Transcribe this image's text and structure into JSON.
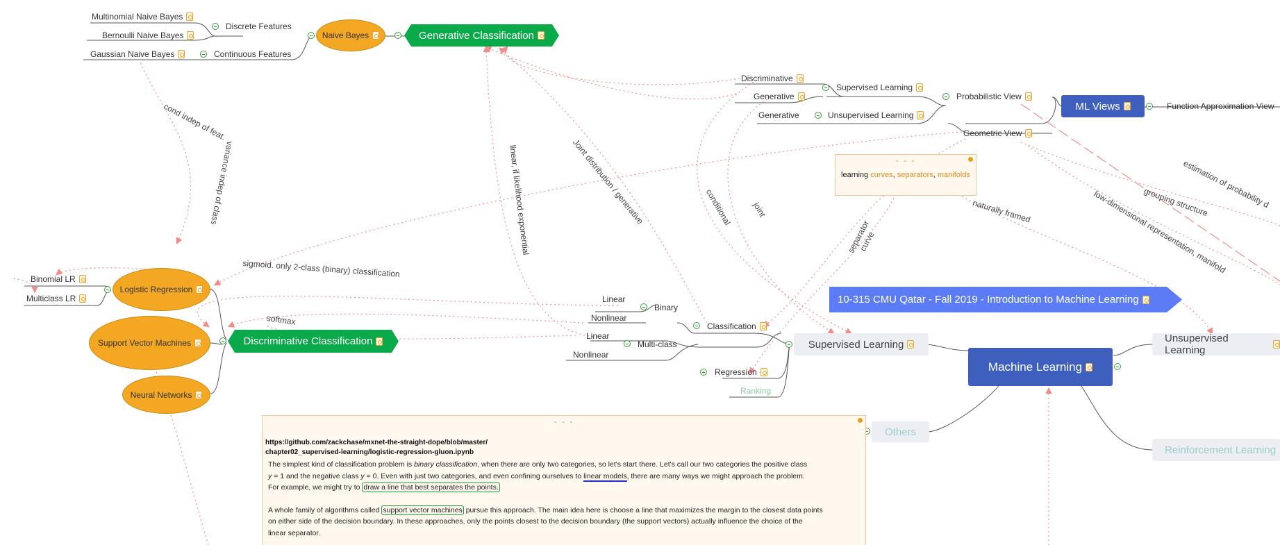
{
  "colors": {
    "note_icon": "#e8a23a",
    "ellipse_fill": "#f3a722",
    "green_node": "#0aa94a",
    "blue_node": "#3f5fbf",
    "banner": "#5c7cf5",
    "grey_node": "#eceef3",
    "relation_line": "#f08c8c",
    "tree_line": "#555555"
  },
  "naive_bayes": {
    "multinomial": "Multinomial Naive Bayes",
    "bernoulli": "Bernoulli Naive Bayes",
    "gaussian": "Gaussian Naive Bayes",
    "discrete": "Discrete Features",
    "continuous": "Continuous Features",
    "root": "Naive Bayes"
  },
  "generative_classification": "Generative Classification",
  "discriminative_classification": "Discriminative Classification",
  "ml_views": {
    "root": "ML Views",
    "function_approx": "Function Approximation View",
    "probabilistic": "Probabilistic View",
    "geometric": "Geometric View",
    "supervised": "Supervised Learning",
    "unsupervised": "Unsupervised Learning",
    "discriminative": "Discriminative",
    "generative": "Generative",
    "generative2": "Generative"
  },
  "callout_small": {
    "dashes": "- - -",
    "prefix": "learning ",
    "curves": "curves",
    "comma1": ", ",
    "separators": "separators",
    "comma2": ", ",
    "manifolds": "manifolds"
  },
  "discriminative_models": {
    "binomial": "Binomial LR",
    "multiclass": "Multiclass LR",
    "logistic": "Logistic Regression",
    "svm": "Support Vector Machines",
    "nn": "Neural Networks"
  },
  "supervised_tree": {
    "binary": "Binary",
    "multiclass": "Multi-class",
    "linear1": "Linear",
    "nonlinear1": "Nonlinear",
    "linear2": "Linear",
    "nonlinear2": "Nonlinear",
    "classification": "Classification",
    "regression": "Regression",
    "ranking": "Ranking"
  },
  "main_nodes": {
    "banner": "10-315 CMU Qatar - Fall 2019 - Introduction to Machine Learning",
    "machine_learning": "Machine Learning",
    "supervised": "Supervised Learning",
    "unsupervised": "Unsupervised Learning",
    "others": "Others",
    "reinforcement": "Reinforcement Learning"
  },
  "relation_labels": {
    "cond_indep": "cond indep of feat.",
    "variance": "variance indep of class",
    "linear_likelihood": "linear, if likelihood exponential",
    "joint_distribution": "Joint distribution / generative",
    "conditional": "conditional",
    "joint": "joint",
    "sigmoid": "sigmoid. only 2-class (binary) classification",
    "softmax": "softmax",
    "separator_curve": "separator curve",
    "naturally_framed": "naturally framed",
    "grouping": "grouping structure",
    "low_dim": "low-dimensional representation, manifold",
    "estimation": "estimation of probability d"
  },
  "callout_large": {
    "dashes": "- - -",
    "url1": "https://github.com/zackchase/mxnet-the-straight-dope/blob/master/",
    "url2": "chapter02_supervised-learning/logistic-regression-gluon.ipynb",
    "p1a": "The simplest kind of classification problem is ",
    "p1b": "binary classification",
    "p1c": ", when there are only two categories, so let's start there. Let's call our two categories the positive class",
    "p2a": "y",
    "p2b": " = 1",
    "p2c": " and the negative class ",
    "p2d": "y",
    "p2e": " = 0",
    "p2f": ". Even with just two categories, and even confining ourselves to ",
    "p2g": "linear models",
    "p2h": ", there are many ways we might approach the problem.",
    "p3a": "For example, we might try to ",
    "p3b": "draw a line that best separates the points.",
    "p4a": "A whole family of algorithms called ",
    "p4b": "support vector machines",
    "p4c": " pursue this approach. The main idea here is choose a line that maximizes the margin to the closest data points",
    "p5": "on either side of the decision boundary. In these approaches, only the points closest to the decision boundary (the support vectors) actually influence the choice of the",
    "p6": "linear separator."
  }
}
